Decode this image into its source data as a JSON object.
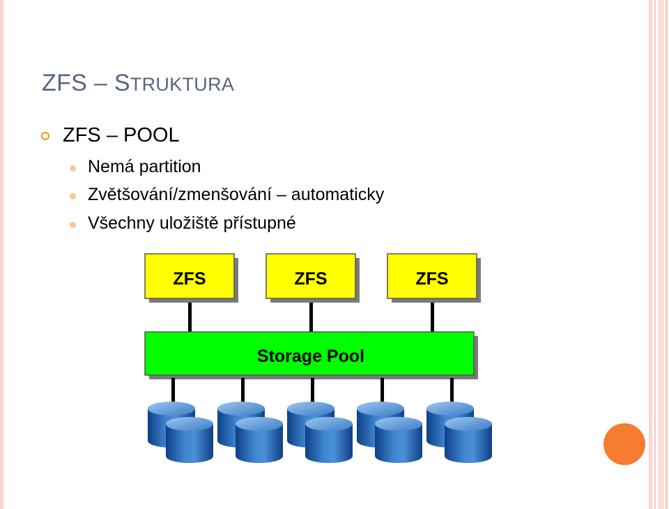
{
  "slide": {
    "title_prefix": "ZFS – S",
    "title_rest": "TRUKTURA",
    "bullets": [
      {
        "text": "ZFS – POOL",
        "subitems": [
          {
            "text": "Nemá partition"
          },
          {
            "text": "Zvětšování/zmenšování – automaticky"
          },
          {
            "text": "Všechny uložiště přístupné"
          }
        ]
      }
    ]
  },
  "diagram": {
    "filesystems": [
      "ZFS",
      "ZFS",
      "ZFS"
    ],
    "pool_label": "Storage Pool",
    "disk_count": 10
  },
  "colors": {
    "title": "#56657f",
    "bullet_ring": "#f29a17",
    "sub_bullet": "#f9c895",
    "zfs_box": "#ffff00",
    "pool_box": "#00ff00",
    "disk": "#2e6fb5",
    "accent_circle": "#f57c31"
  }
}
